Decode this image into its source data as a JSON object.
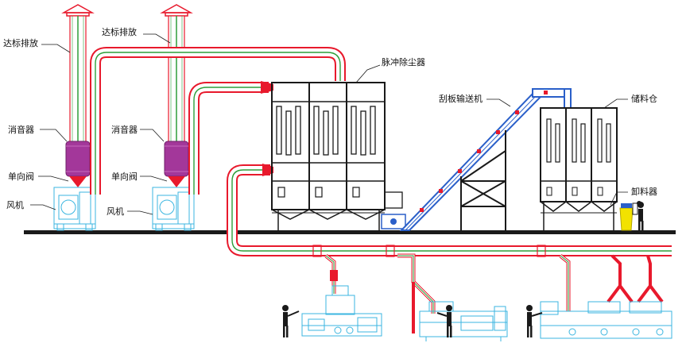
{
  "labels": {
    "stack_left": "达标排放",
    "stack_right": "达标排放",
    "muffler_left": "消音器",
    "muffler_right": "消音器",
    "check_valve_left": "单向阀",
    "check_valve_right": "单向阀",
    "fan_left": "风机",
    "fan_right": "风机",
    "dust_collector": "脉冲除尘器",
    "conveyor": "刮板输送机",
    "silo": "储料仓",
    "discharger": "卸料器"
  },
  "colors": {
    "duct_red": "#e8192c",
    "duct_green": "#2e9e3a",
    "steel": "#1a1a1a",
    "machine_cyan": "#3bb6e0",
    "conveyor_blue": "#2a5fc9",
    "muffler_purple": "#a3379a",
    "discharger_yellow": "#f2e200",
    "valve_red": "#e8192c"
  }
}
